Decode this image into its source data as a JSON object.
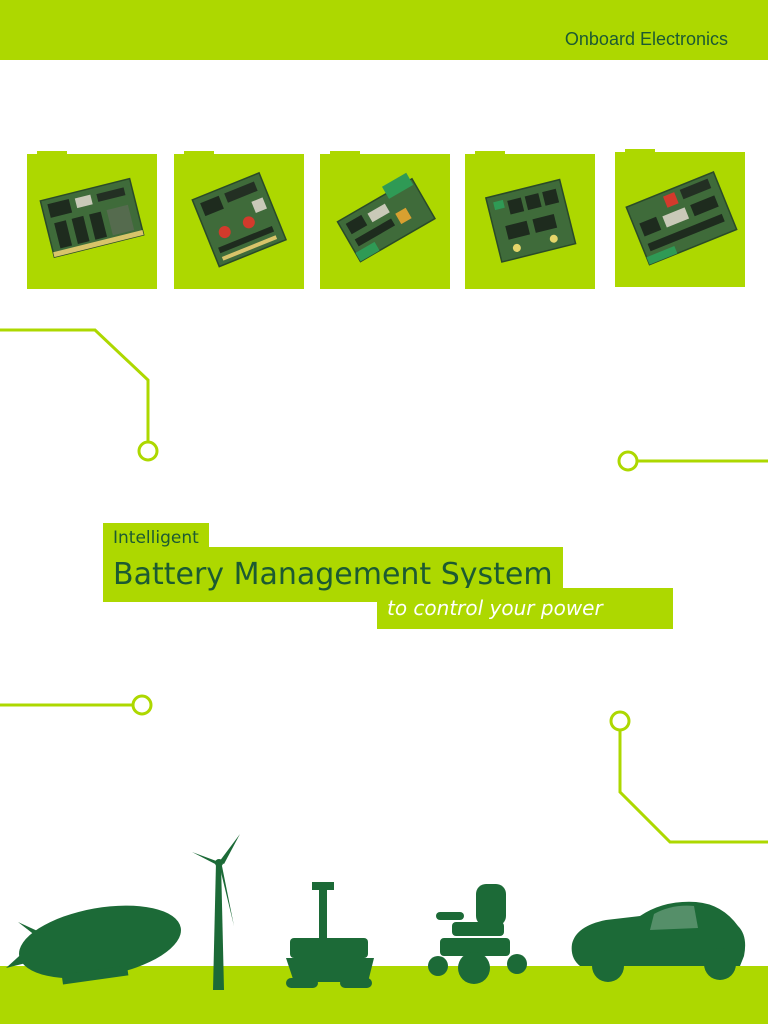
{
  "header": {
    "section_label": "Onboard Electronics",
    "color": "#add800",
    "text_color": "#1c5a32"
  },
  "products": [
    {
      "icon": "circuit-board-icon"
    },
    {
      "icon": "circuit-board-icon"
    },
    {
      "icon": "circuit-board-icon"
    },
    {
      "icon": "circuit-board-icon"
    },
    {
      "icon": "circuit-board-icon"
    }
  ],
  "title": {
    "kicker": "Intelligent",
    "main": "Battery Management System",
    "tagline": "to control your power"
  },
  "applications": [
    {
      "icon": "airship-icon"
    },
    {
      "icon": "wind-turbine-icon"
    },
    {
      "icon": "robot-icon"
    },
    {
      "icon": "power-wheelchair-icon"
    },
    {
      "icon": "car-icon"
    }
  ],
  "colors": {
    "accent": "#add800",
    "dark_green": "#1c5a32",
    "background": "#ffffff"
  }
}
